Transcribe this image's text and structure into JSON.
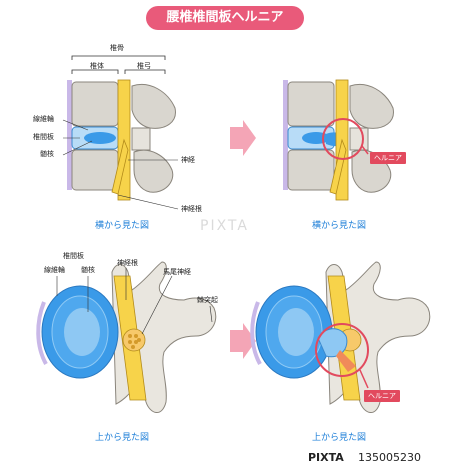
{
  "title": "腰椎椎間板ヘルニア",
  "labels": {
    "vertebra": "椎骨",
    "vertebral_body": "椎体",
    "vertebral_arch": "椎弓",
    "annulus": "線維輪",
    "disc": "椎間板",
    "nucleus": "髄核",
    "nerve": "神経",
    "nerve_root": "神経根",
    "cauda_equina": "馬尾神経",
    "spinous_process": "棘突起",
    "hernia": "ヘルニア"
  },
  "captions": {
    "side_view": "横から見た図",
    "top_view": "上から見た図"
  },
  "watermark": "PIXTA",
  "footer": {
    "brand": "PIXTA",
    "image_id": "135005230"
  },
  "colors": {
    "accent_pink": "#e95a7a",
    "hernia_red": "#e24a5e",
    "disc_blue": "#3a9ae8",
    "nerve_yellow": "#f7d34a",
    "bone": "#d9d6cf",
    "caption_blue": "#1e7fd8"
  }
}
